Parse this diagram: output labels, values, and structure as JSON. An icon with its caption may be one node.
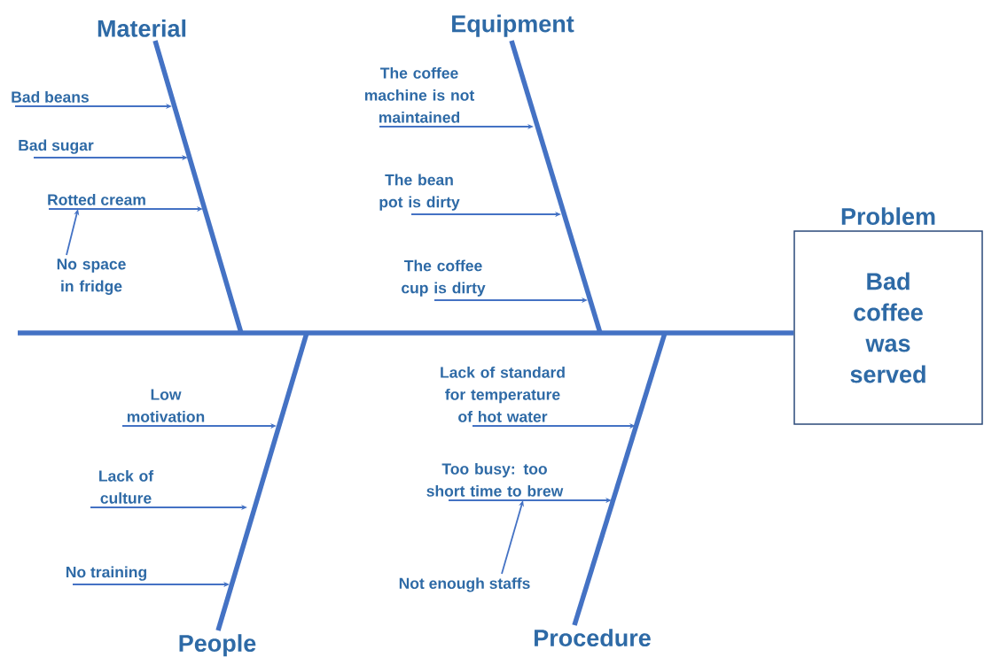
{
  "diagram": {
    "nodes": [
      {
        "text": [
          "Material"
        ]
      },
      {
        "text": [
          "Bad beans"
        ]
      },
      {
        "text": [
          "Bad sugar"
        ]
      },
      {
        "text": [
          "Rotted cream"
        ]
      },
      {
        "text": [
          "No space in fridge"
        ]
      },
      {
        "text": [
          "Equipment"
        ]
      },
      {
        "text": [
          "The coffee machine is not maintained"
        ]
      },
      {
        "text": [
          "The bean pot is dirty"
        ]
      },
      {
        "text": [
          "The coffee cup is dirty"
        ]
      },
      {
        "text": [
          "Problem",
          "Bad coffee was served"
        ]
      },
      {
        "text": [
          "People"
        ]
      },
      {
        "text": [
          "Low motivation"
        ]
      },
      {
        "text": [
          "Lack of culture"
        ]
      },
      {
        "text": [
          "No training"
        ]
      },
      {
        "text": [
          "Procedure"
        ]
      },
      {
        "text": [
          "Lack of standard for temperature of hot water"
        ]
      },
      {
        "text": [
          "Too busy: too short time to brew"
        ]
      },
      {
        "text": [
          "Not enough staffs"
        ]
      }
    ],
    "edges": [
      {
        "from": null,
        "to": 9,
        "arrow": "none",
        "style": "thick"
      },
      {
        "from": 0,
        "to": null,
        "arrow": "none",
        "style": "thick"
      },
      {
        "from": 5,
        "to": null,
        "arrow": "none",
        "style": "thick"
      },
      {
        "from": 10,
        "to": null,
        "arrow": "none",
        "style": "thick"
      },
      {
        "from": 14,
        "to": null,
        "arrow": "none",
        "style": "thick"
      },
      {
        "from": 1,
        "to": null,
        "arrow": "to"
      },
      {
        "from": 2,
        "to": null,
        "arrow": "to"
      },
      {
        "from": 3,
        "to": null,
        "arrow": "to"
      },
      {
        "from": 4,
        "to": 3,
        "arrow": "to"
      },
      {
        "from": 6,
        "to": null,
        "arrow": "to"
      },
      {
        "from": 7,
        "to": null,
        "arrow": "to"
      },
      {
        "from": 8,
        "to": null,
        "arrow": "to"
      },
      {
        "from": 11,
        "to": null,
        "arrow": "to"
      },
      {
        "from": 12,
        "to": null,
        "arrow": "to"
      },
      {
        "from": 13,
        "to": null,
        "arrow": "to"
      },
      {
        "from": 15,
        "to": null,
        "arrow": "to"
      },
      {
        "from": 16,
        "to": null,
        "arrow": "to"
      },
      {
        "from": 17,
        "to": 16,
        "arrow": "to"
      }
    ]
  }
}
